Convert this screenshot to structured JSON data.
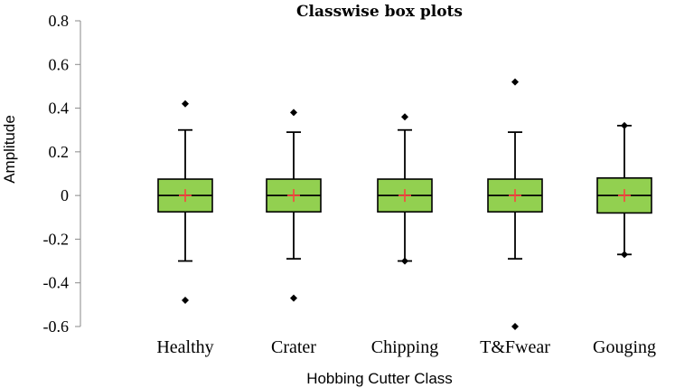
{
  "chart_data": {
    "type": "box",
    "title": "Classwise box plots",
    "xlabel": "Hobbing Cutter Class",
    "ylabel": "Amplitude",
    "ylim": [
      -0.6,
      0.8
    ],
    "yticks": [
      0.8,
      0.6,
      0.4,
      0.2,
      0,
      -0.2,
      -0.4,
      -0.6
    ],
    "ytick_labels": [
      "0.8",
      "0.6",
      "0.4",
      "0.2",
      "0",
      "-0.2",
      "-0.4",
      "-0.6"
    ],
    "categories": [
      "Healthy",
      "Crater",
      "Chipping",
      "T&Fwear",
      "Gouging"
    ],
    "box_color": "#92d050",
    "mean_marker_color": "#ff4040",
    "boxes": [
      {
        "name": "Healthy",
        "whisker_low": -0.3,
        "q1": -0.075,
        "median": 0.0,
        "q3": 0.075,
        "whisker_high": 0.3,
        "mean": 0.0,
        "outliers": [
          0.42,
          -0.48
        ]
      },
      {
        "name": "Crater",
        "whisker_low": -0.29,
        "q1": -0.075,
        "median": 0.0,
        "q3": 0.075,
        "whisker_high": 0.29,
        "mean": 0.0,
        "outliers": [
          0.38,
          -0.47
        ]
      },
      {
        "name": "Chipping",
        "whisker_low": -0.3,
        "q1": -0.075,
        "median": 0.0,
        "q3": 0.075,
        "whisker_high": 0.3,
        "mean": 0.0,
        "outliers": [
          0.36,
          -0.3
        ]
      },
      {
        "name": "T&Fwear",
        "whisker_low": -0.29,
        "q1": -0.075,
        "median": 0.0,
        "q3": 0.075,
        "whisker_high": 0.29,
        "mean": 0.0,
        "outliers": [
          0.52,
          -0.6
        ]
      },
      {
        "name": "Gouging",
        "whisker_low": -0.27,
        "q1": -0.08,
        "median": 0.0,
        "q3": 0.08,
        "whisker_high": 0.32,
        "mean": 0.0,
        "outliers": [
          0.32,
          -0.27
        ]
      }
    ]
  }
}
